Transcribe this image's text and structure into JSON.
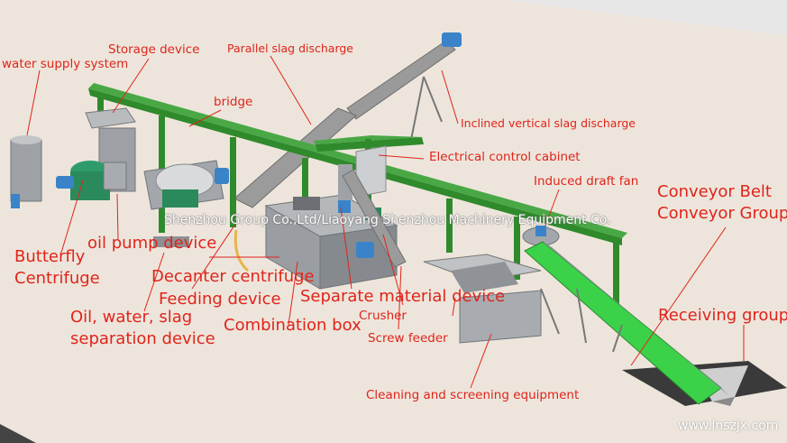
{
  "labels": {
    "water_supply_system": "water supply system",
    "storage_device": "Storage device",
    "parallel_slag_discharge": "Parallel slag discharge",
    "bridge": "bridge",
    "inclined_vertical_slag_discharge": "Inclined vertical slag discharge",
    "electrical_control_cabinet": "Electrical control cabinet",
    "induced_draft_fan": "Induced draft fan",
    "conveyor_belt": "Conveyor Belt",
    "conveyor_group": "Conveyor Group",
    "butterfly": "Butterfly",
    "centrifuge": "Centrifuge",
    "oil_pump_device": "oil pump device",
    "decanter_centrifuge": "Decanter centrifuge",
    "feeding_device": "Feeding device",
    "oil_water_slag": "Oil, water, slag",
    "separation_device": "separation device",
    "combination_box": "Combination box",
    "separate_material_device": "Separate material device",
    "crusher": "Crusher",
    "screw_feeder": "Screw feeder",
    "receiving_group": "Receiving group",
    "cleaning_screening_equipment": "Cleaning and screening equipment"
  },
  "watermark": "Shenzhou Group Co.,Ltd/Liaoyang Shenzhou Machinery Equipment Co.",
  "website": "www.lnszjx.com",
  "colors": {
    "background": "#ece4da",
    "label": "#e0241b",
    "leader_line": "#e0241b",
    "frame_green": "#2f8a2c",
    "conveyor_green": "#3bd24a",
    "steel": "#8d9196"
  }
}
